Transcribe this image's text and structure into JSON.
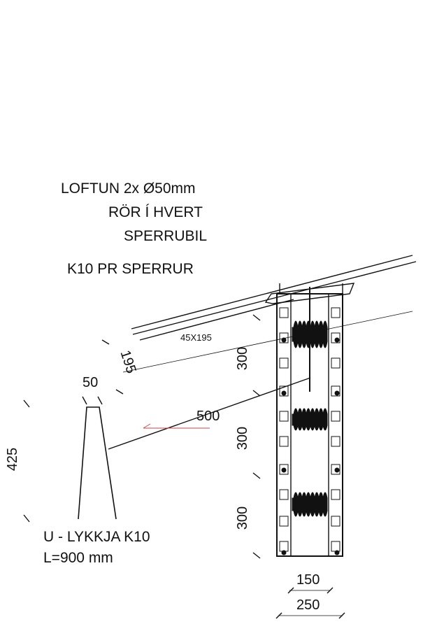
{
  "notes": {
    "line1": "LOFTUN 2x Ø50mm",
    "line2": "RÖR Í HVERT",
    "line3": "SPERRUBIL",
    "line4": "K10 PR SPERRUR"
  },
  "rafter_section": "45X195",
  "dimensions": {
    "rafter_depth": "195",
    "stirrup_top": "50",
    "stirrup_height": "425",
    "leg_length": "500",
    "spacing_1": "300",
    "spacing_2": "300",
    "spacing_3": "300",
    "inner_width": "150",
    "outer_width": "250"
  },
  "stirrup_label": {
    "line1": "U - LYKKJA K10",
    "line2": "L=900 mm"
  }
}
